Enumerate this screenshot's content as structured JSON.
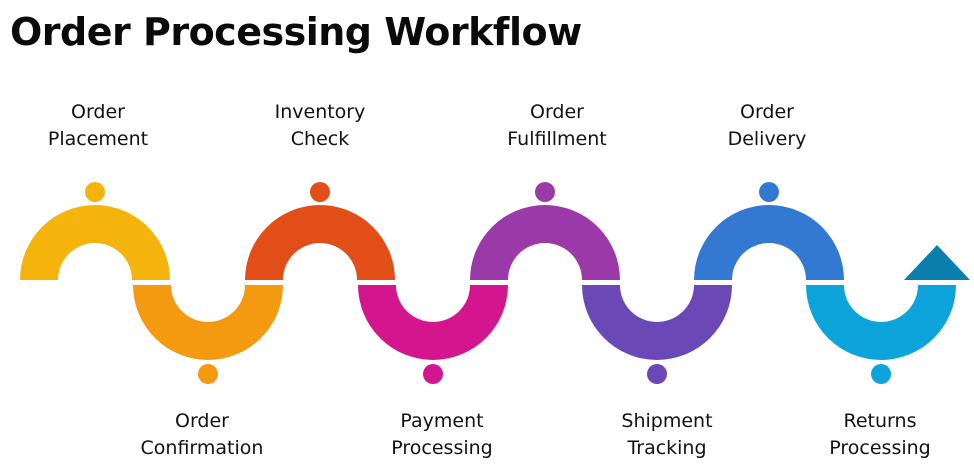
{
  "title": "Order Processing Workflow",
  "steps": [
    {
      "line1": "Order",
      "line2": "Placement",
      "color": "#f4b40b",
      "shade": "#d09508",
      "position": "top"
    },
    {
      "line1": "Order",
      "line2": "Confirmation",
      "color": "#f39a10",
      "shade": "#cc7a0c",
      "position": "bottom"
    },
    {
      "line1": "Inventory",
      "line2": "Check",
      "color": "#e24e17",
      "shade": "#b83c10",
      "position": "top"
    },
    {
      "line1": "Payment",
      "line2": "Processing",
      "color": "#d4168e",
      "shade": "#a80f6f",
      "position": "bottom"
    },
    {
      "line1": "Order",
      "line2": "Fulfillment",
      "color": "#9b39a8",
      "shade": "#762a82",
      "position": "top"
    },
    {
      "line1": "Shipment",
      "line2": "Tracking",
      "color": "#6a48b6",
      "shade": "#503591",
      "position": "bottom"
    },
    {
      "line1": "Order",
      "line2": "Delivery",
      "color": "#3479d1",
      "shade": "#2459a3",
      "position": "top"
    },
    {
      "line1": "Returns",
      "line2": "Processing",
      "color": "#0da4db",
      "shade": "#0a7fab",
      "position": "bottom"
    }
  ]
}
